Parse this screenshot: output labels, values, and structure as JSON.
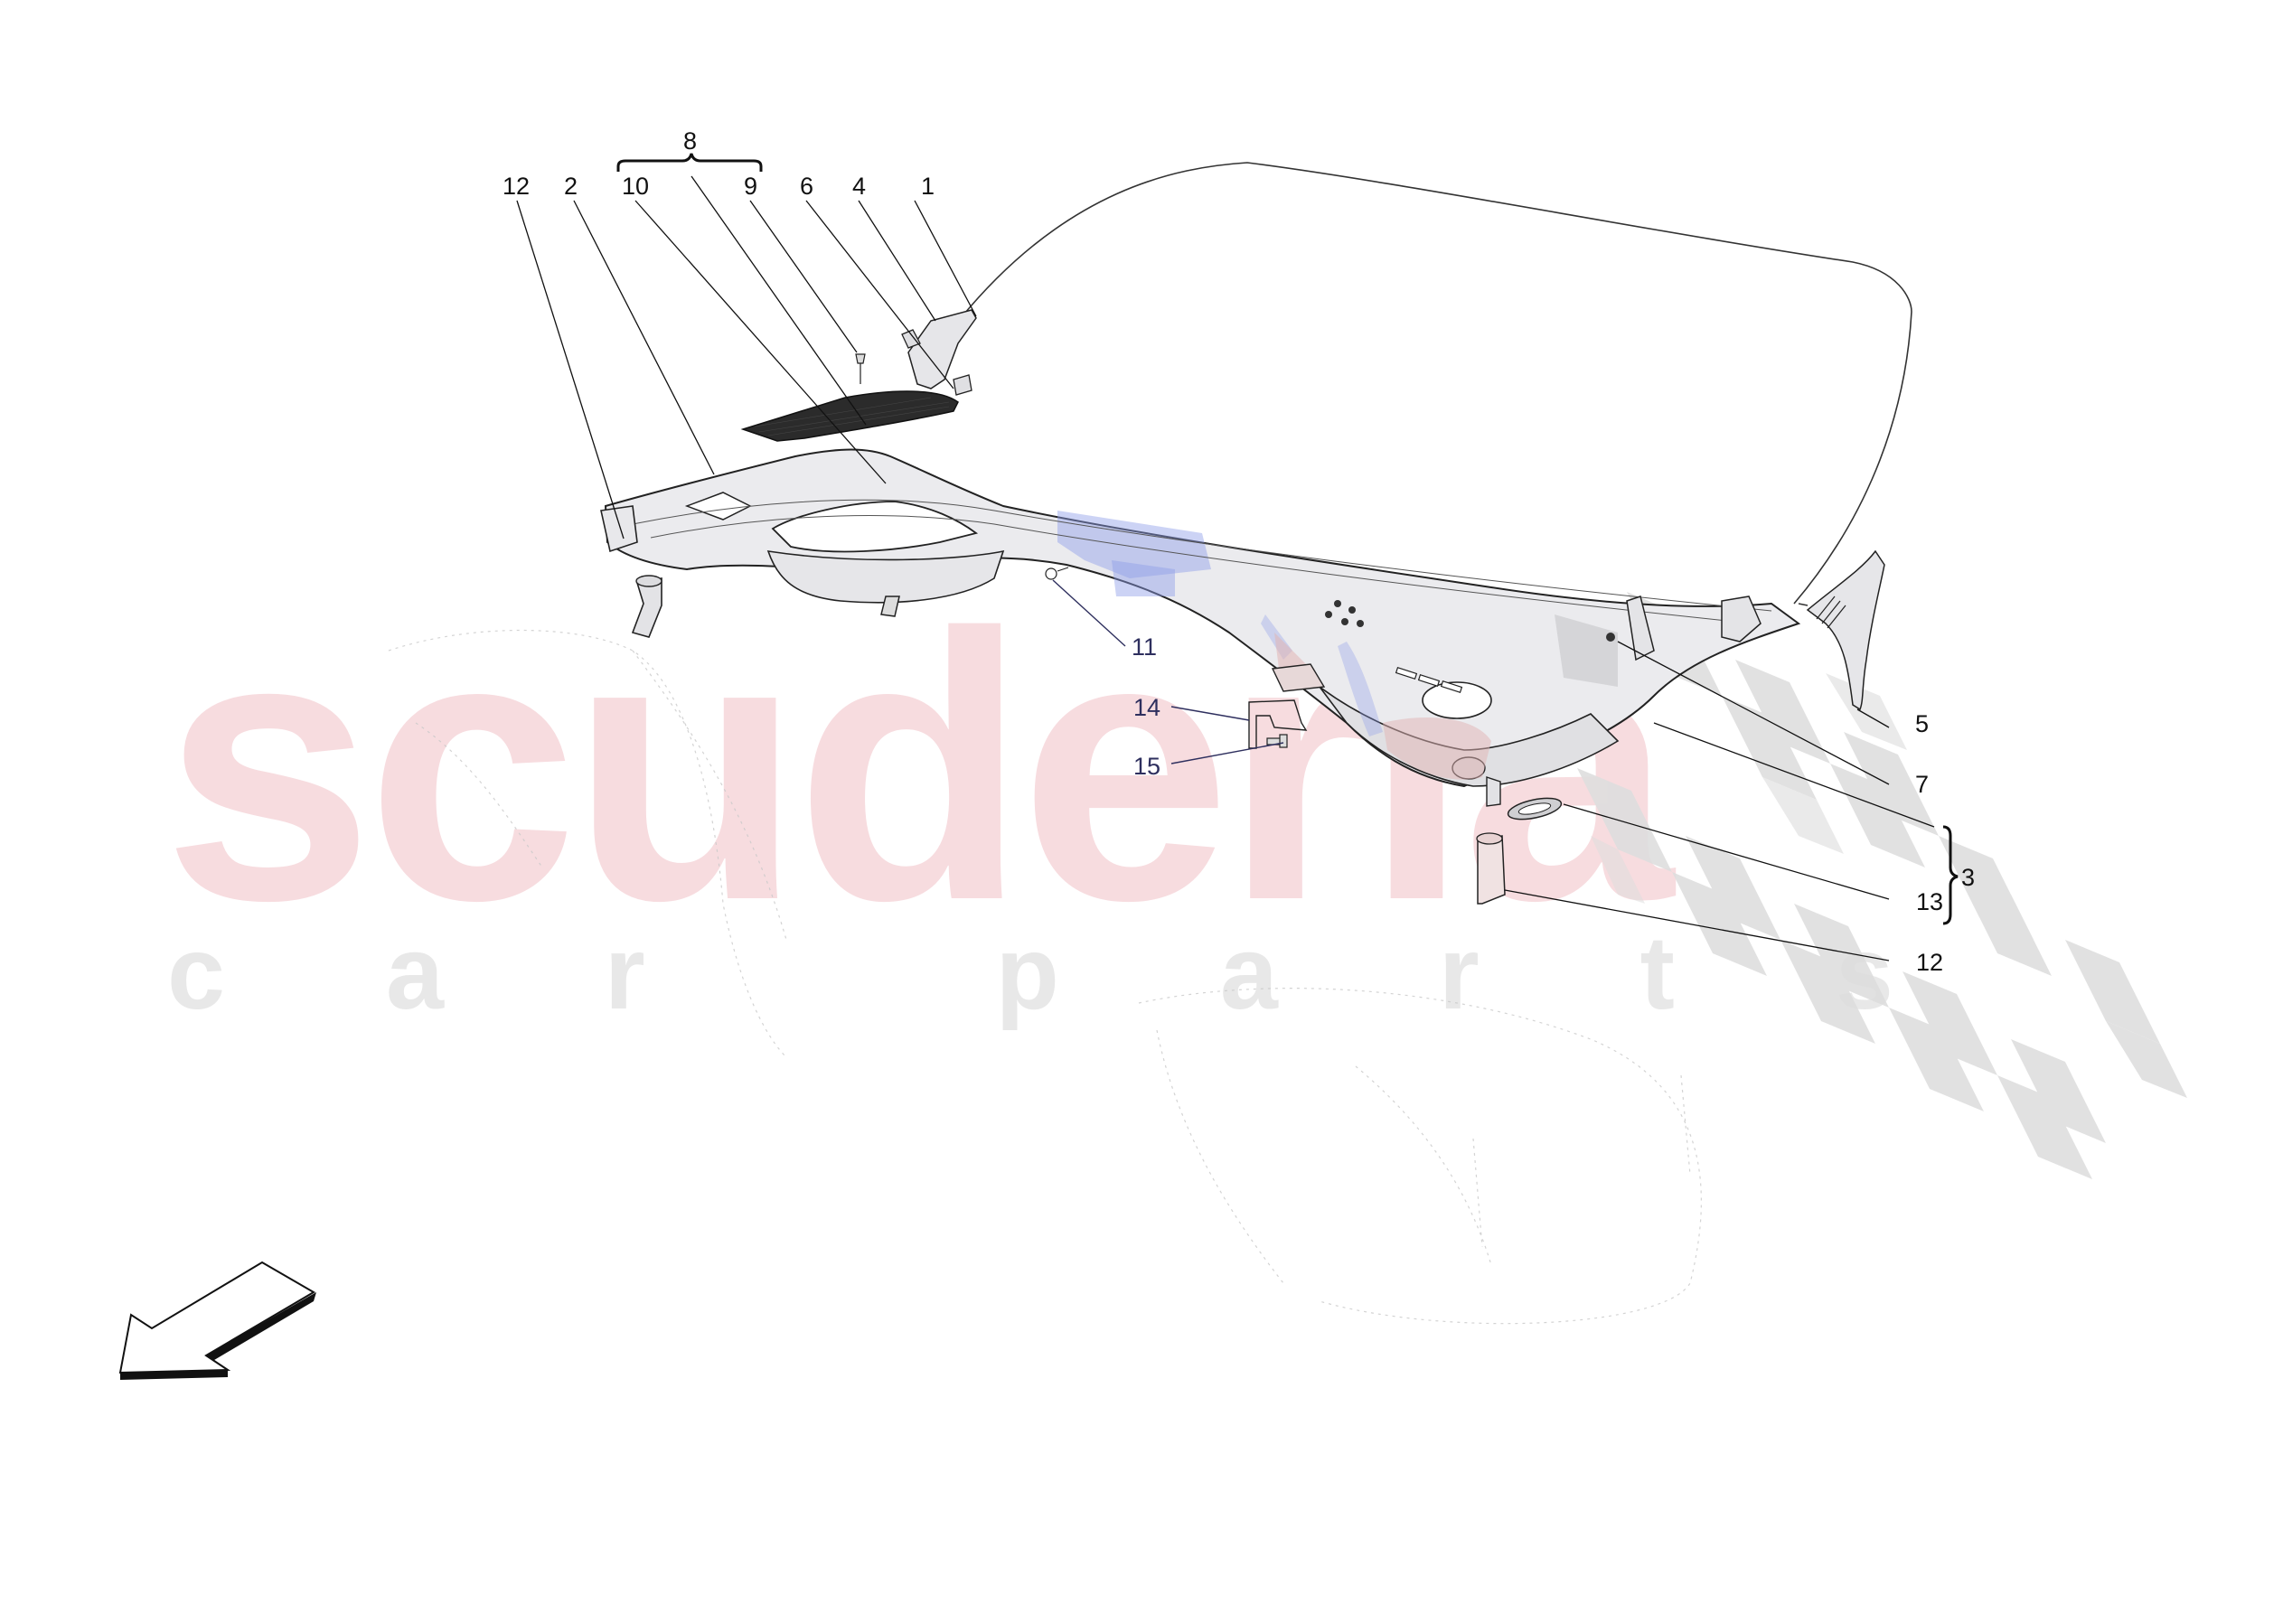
{
  "diagram": {
    "type": "exploded parts diagram",
    "subject": "windshield and scuttle / dashboard crossmember assembly",
    "watermark": {
      "main_text": "scuderia",
      "sub_text": "car parts",
      "main_color": "#f6d6da",
      "sub_color": "#e8e8e8"
    },
    "colors": {
      "label_black": "#111111",
      "label_navy": "#2e2f5e",
      "part_fill": "#e9e9ec",
      "highlight_blue": "#8f9ee8",
      "highlight_red": "#e2b4b4",
      "checker_gray": "#dedede",
      "mesh_dark": "#2b2b2b"
    },
    "callouts": [
      {
        "id": "12a",
        "text": "12",
        "color": "black"
      },
      {
        "id": "2",
        "text": "2",
        "color": "black"
      },
      {
        "id": "8",
        "text": "8",
        "color": "black",
        "group": [
          "10",
          "9"
        ]
      },
      {
        "id": "10",
        "text": "10",
        "color": "black"
      },
      {
        "id": "9",
        "text": "9",
        "color": "black"
      },
      {
        "id": "6",
        "text": "6",
        "color": "black"
      },
      {
        "id": "4",
        "text": "4",
        "color": "black"
      },
      {
        "id": "1",
        "text": "1",
        "color": "black"
      },
      {
        "id": "11",
        "text": "11",
        "color": "navy"
      },
      {
        "id": "14",
        "text": "14",
        "color": "navy"
      },
      {
        "id": "15",
        "text": "15",
        "color": "navy"
      },
      {
        "id": "5",
        "text": "5",
        "color": "black"
      },
      {
        "id": "7",
        "text": "7",
        "color": "black"
      },
      {
        "id": "3",
        "text": "3",
        "color": "black",
        "group": [
          "3-line",
          "13"
        ]
      },
      {
        "id": "13",
        "text": "13",
        "color": "black"
      },
      {
        "id": "12b",
        "text": "12",
        "color": "black"
      }
    ],
    "orientation_arrow": "arrow pointing down-left (vehicle front direction)"
  }
}
